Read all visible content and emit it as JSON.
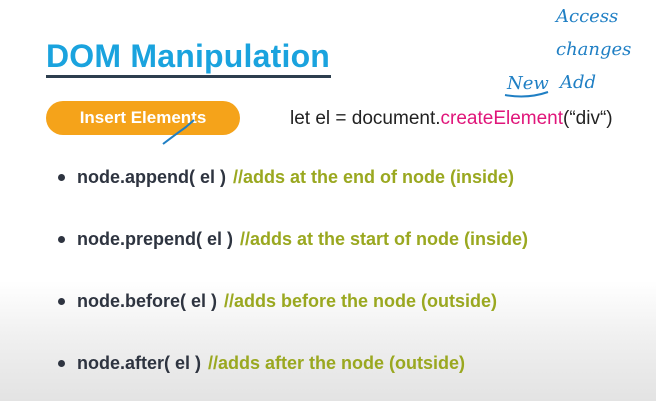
{
  "title": "DOM Manipulation",
  "section_pill": "Insert Elements",
  "code": {
    "prefix": "let el = document.",
    "method": "createElement",
    "suffix": "(“div“)"
  },
  "bullets": [
    {
      "code": "node.append( el )",
      "comment": "//adds at the end of node (inside)"
    },
    {
      "code": "node.prepend( el )",
      "comment": "//adds at the start of node (inside)"
    },
    {
      "code": "node.before( el )",
      "comment": "//adds before the node (outside)"
    },
    {
      "code": "node.after( el )",
      "comment": "//adds after the node (outside)"
    }
  ],
  "annotations": {
    "line1": "Access",
    "line2": "changes",
    "line3": "New",
    "line4": "Add"
  },
  "colors": {
    "title": "#1aa3de",
    "pill": "#f5a31a",
    "method": "#e0157a",
    "comment": "#9aa820",
    "ink": "#1f7fc4"
  }
}
